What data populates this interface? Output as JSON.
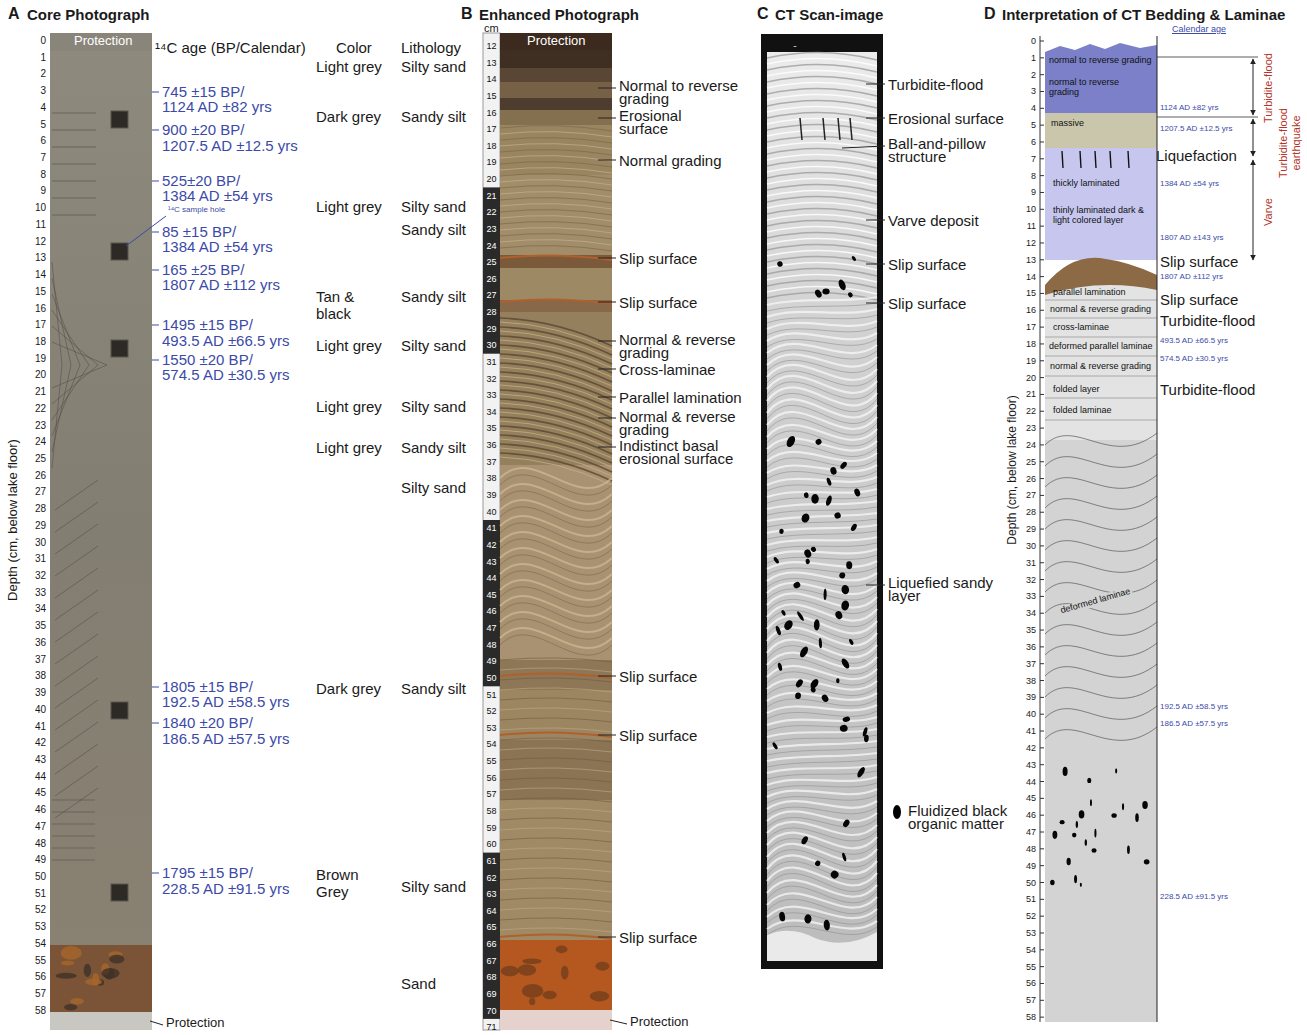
{
  "diagram": {
    "nodes": [
      {
        "text": [
          "normal to reverse grading",
          "normal to reverse grading"
        ]
      },
      {
        "text": [
          "massive"
        ]
      },
      {
        "text": [
          "thickly laminated",
          "thinly laminated dark & light colored layer"
        ]
      },
      {
        "text": [
          "parallel lamination",
          "normal & reverse grading",
          "cross-laminae",
          "deformed parallel laminae",
          "normal & reverse grading",
          "folded layer",
          "folded laminae",
          "deformed laminae"
        ]
      }
    ],
    "labels": [
      "A",
      "Core Photograph",
      "B",
      "Enhanced Photograph",
      "C",
      "CT Scan-image",
      "D",
      "Interpretation of CT Bedding & Laminae",
      "0",
      "1",
      "2",
      "3",
      "4",
      "5",
      "6",
      "7",
      "8",
      "9",
      "10",
      "11",
      "12",
      "13",
      "14",
      "15",
      "16",
      "17",
      "18",
      "19",
      "20",
      "21",
      "22",
      "23",
      "24",
      "25",
      "26",
      "27",
      "28",
      "29",
      "30",
      "31",
      "32",
      "33",
      "34",
      "35",
      "36",
      "37",
      "38",
      "39",
      "40",
      "41",
      "42",
      "43",
      "44",
      "45",
      "46",
      "47",
      "48",
      "49",
      "50",
      "51",
      "52",
      "53",
      "54",
      "55",
      "56",
      "57",
      "58",
      "Depth (cm, below lake floor)",
      "Protection",
      "Protection",
      "¹⁴C age (BP/Calendar)",
      "Color",
      "Lithology",
      "745 ±15 BP/",
      "1124 AD ±82 yrs",
      "900 ±20 BP/",
      "1207.5 AD ±12.5 yrs",
      "525±20 BP/",
      "1384 AD ±54 yrs",
      "¹⁴C sample hole",
      "85 ±15 BP/",
      "1384 AD ±54 yrs",
      "165 ±25 BP/",
      "1807 AD ±112 yrs",
      "1495 ±15 BP/",
      "493.5 AD ±66.5 yrs",
      "1550 ±20 BP/",
      "574.5 AD ±30.5 yrs",
      "1805 ±15 BP/",
      "192.5 AD ±58.5 yrs",
      "1840 ±20 BP/",
      "186.5 AD ±57.5 yrs",
      "1795 ±15 BP/",
      "228.5 AD ±91.5 yrs",
      "Light grey",
      "Dark grey",
      "Light grey",
      "Tan & black",
      "Light grey",
      "Light grey",
      "Light grey",
      "Dark grey",
      "Brown Grey",
      "Silty sand",
      "Sandy silt",
      "Silty sand",
      "Sandy silt",
      "Sandy silt",
      "Silty sand",
      "Silty sand",
      "Sandy silt",
      "Silty sand",
      "Sandy silt",
      "Silty sand",
      "Sand",
      "cm",
      "12",
      "13",
      "14",
      "15",
      "16",
      "17",
      "18",
      "19",
      "20",
      "21",
      "22",
      "23",
      "24",
      "25",
      "26",
      "27",
      "28",
      "29",
      "30",
      "31",
      "32",
      "33",
      "34",
      "35",
      "36",
      "37",
      "38",
      "39",
      "40",
      "41",
      "42",
      "43",
      "44",
      "45",
      "46",
      "47",
      "48",
      "49",
      "50",
      "51",
      "52",
      "53",
      "54",
      "55",
      "56",
      "57",
      "58",
      "59",
      "60",
      "61",
      "62",
      "63",
      "64",
      "65",
      "66",
      "67",
      "68",
      "69",
      "70",
      "71",
      "Protection",
      "Protection",
      "Normal to reverse grading",
      "Erosional surface",
      "Normal grading",
      "Slip surface",
      "Slip surface",
      "Normal & reverse grading",
      "Cross-laminae",
      "Parallel lamination",
      "Normal & reverse grading",
      "Indistinct basal erosional surface",
      "Slip surface",
      "Slip surface",
      "Slip surface",
      "Turbidite-flood",
      "Erosional surface",
      "Ball-and-pillow structure",
      "Varve deposit",
      "Slip surface",
      "Slip surface",
      "Liquefied sandy layer",
      "Fluidized black organic matter",
      "Calendar age",
      "0",
      "1",
      "2",
      "3",
      "4",
      "5",
      "6",
      "7",
      "8",
      "9",
      "10",
      "11",
      "12",
      "13",
      "14",
      "15",
      "16",
      "17",
      "18",
      "19",
      "20",
      "21",
      "22",
      "23",
      "24",
      "25",
      "26",
      "27",
      "28",
      "29",
      "30",
      "31",
      "32",
      "33",
      "34",
      "35",
      "36",
      "37",
      "38",
      "39",
      "40",
      "41",
      "42",
      "43",
      "44",
      "45",
      "46",
      "47",
      "48",
      "49",
      "50",
      "51",
      "52",
      "53",
      "54",
      "55",
      "56",
      "57",
      "58",
      "Depth (cm, below lake floor)",
      "1124 AD ±82 yrs",
      "1207.5 AD ±12.5 yrs",
      "1384 AD ±54 yrs",
      "1807 AD ±143 yrs",
      "1807 AD ±112 yrs",
      "493.5 AD ±66.5 yrs",
      "574.5 AD ±30.5 yrs",
      "192.5 AD ±58.5 yrs",
      "186.5 AD ±57.5 yrs",
      "228.5 AD ±91.5 yrs",
      "Liquefaction",
      "Slip surface",
      "Slip surface",
      "Turbidite-flood",
      "Turbidite-flood",
      "Turbidite-flood",
      "Turbidite-flood earthquake",
      "Varve"
    ]
  }
}
